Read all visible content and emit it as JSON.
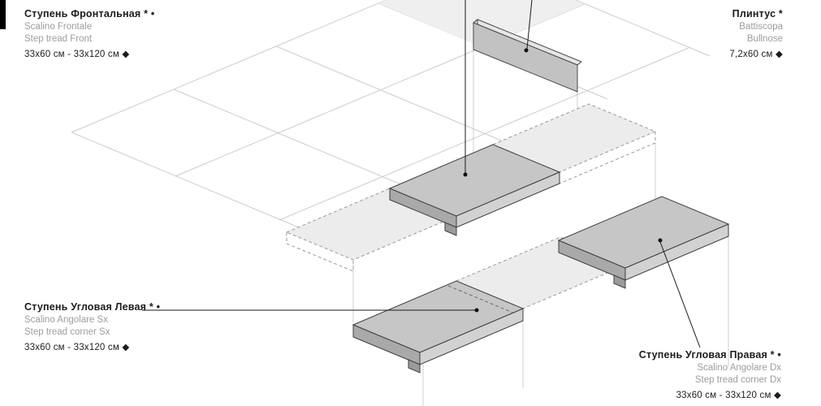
{
  "colors": {
    "accent_bar": "#000000",
    "label_title": "#1c1c1c",
    "label_sub": "#9d9d9d",
    "tread_top": "#c6c6c6",
    "tread_front": "#a9a9a9",
    "tread_side": "#d2d2d2",
    "plinth_face": "#c2c2c2",
    "phantom_fill": "#ececec",
    "grid_line": "#cccccc",
    "leader_line": "#1a1a1a"
  },
  "labels": {
    "front_tread": {
      "title": "Ступень Фронтальная * •",
      "line2": "Scalino Frontale",
      "line3": "Step tread Front",
      "size": "33x60 см - 33x120 см ◆"
    },
    "bullnose": {
      "title": "Плинтус *",
      "line2": "Battiscopa",
      "line3": "Bullnose",
      "size": "7,2x60 см ◆"
    },
    "corner_left": {
      "title": "Ступень Угловая Левая * •",
      "line2": "Scalino Angolare Sx",
      "line3": "Step tread corner Sx",
      "size": "33x60 см - 33x120 см ◆"
    },
    "corner_right": {
      "title": "Ступень Угловая Правая * •",
      "line2": "Scalino Angolare Dx",
      "line3": "Step tread corner Dx",
      "size": "33x60 см - 33x120 см ◆"
    }
  },
  "diagram": {
    "parts": [
      "floor-grid",
      "bullnose-plinth",
      "front-step-tread",
      "corner-step-tread-left",
      "corner-step-tread-right"
    ]
  }
}
